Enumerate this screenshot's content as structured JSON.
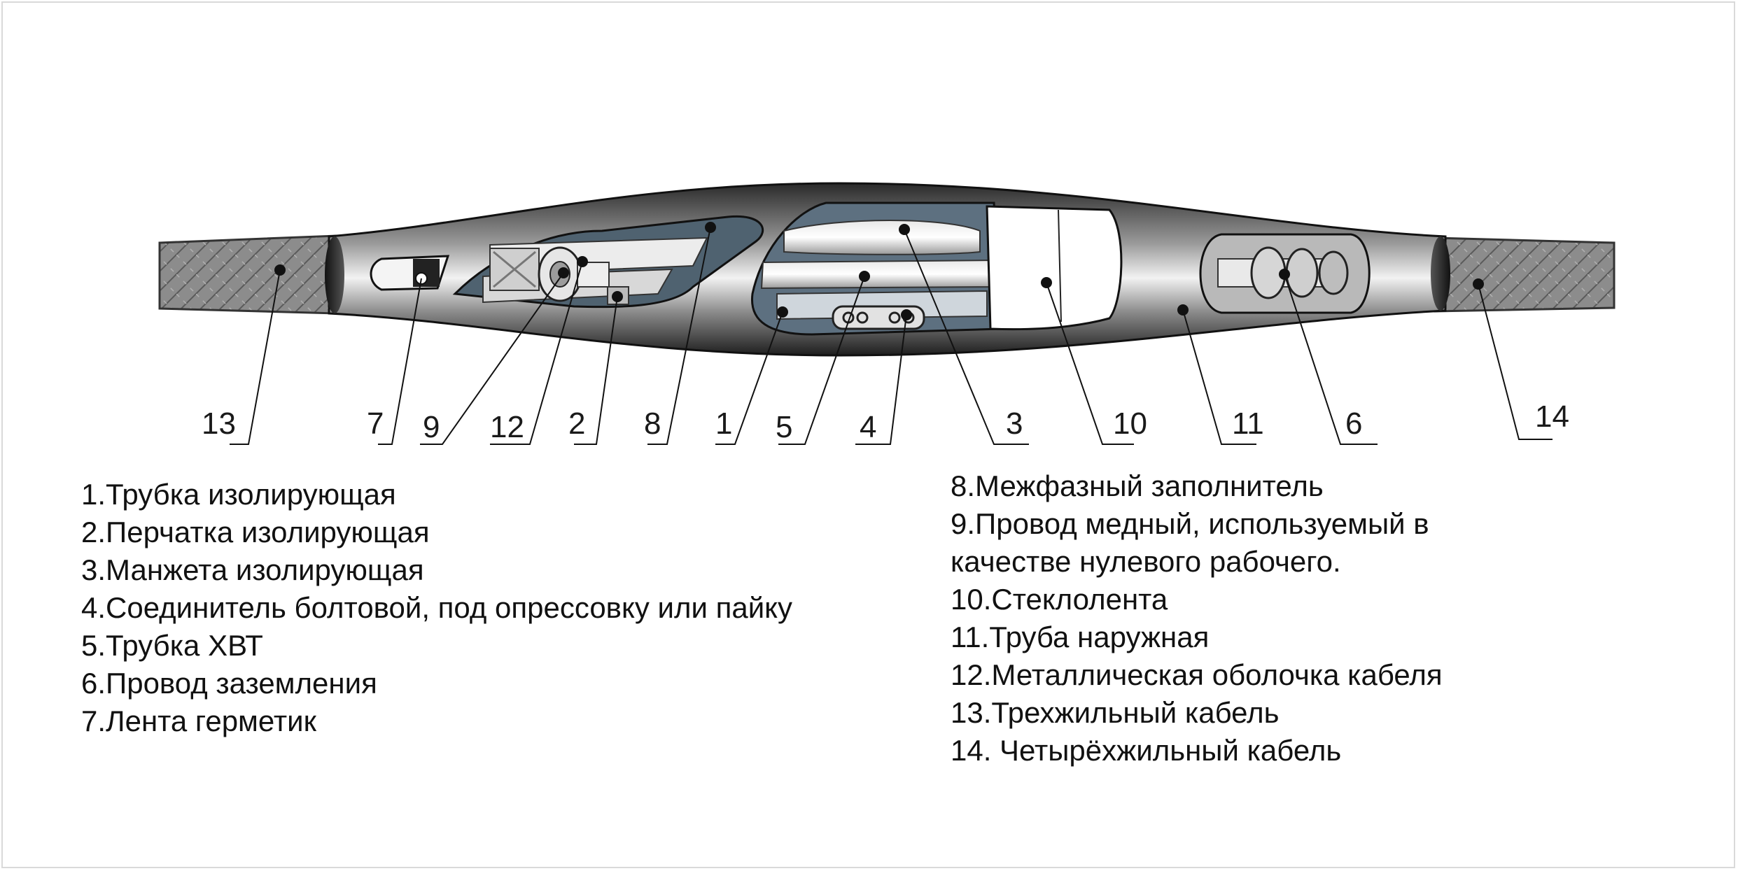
{
  "callouts": [
    "13",
    "7",
    "9",
    "12",
    "2",
    "8",
    "1",
    "5",
    "4",
    "3",
    "10",
    "11",
    "6",
    "14"
  ],
  "legend_left": [
    "1.Трубка изолирующая",
    "2.Перчатка изолирующая",
    "3.Манжета  изолирующая",
    "4.Соединитель болтовой, под опрессовку или пайку",
    "5.Трубка ХВТ",
    "6.Провод заземления",
    "7.Лента герметик"
  ],
  "legend_right": [
    "8.Межфазный заполнитель",
    "9.Провод медный, используемый в",
    "качестве нулевого рабочего.",
    "10.Стеклолента",
    "11.Труба наружная",
    "12.Металлическая оболочка кабеля",
    "13.Трехжильный кабель",
    "14. Четырёхжильный кабель"
  ]
}
